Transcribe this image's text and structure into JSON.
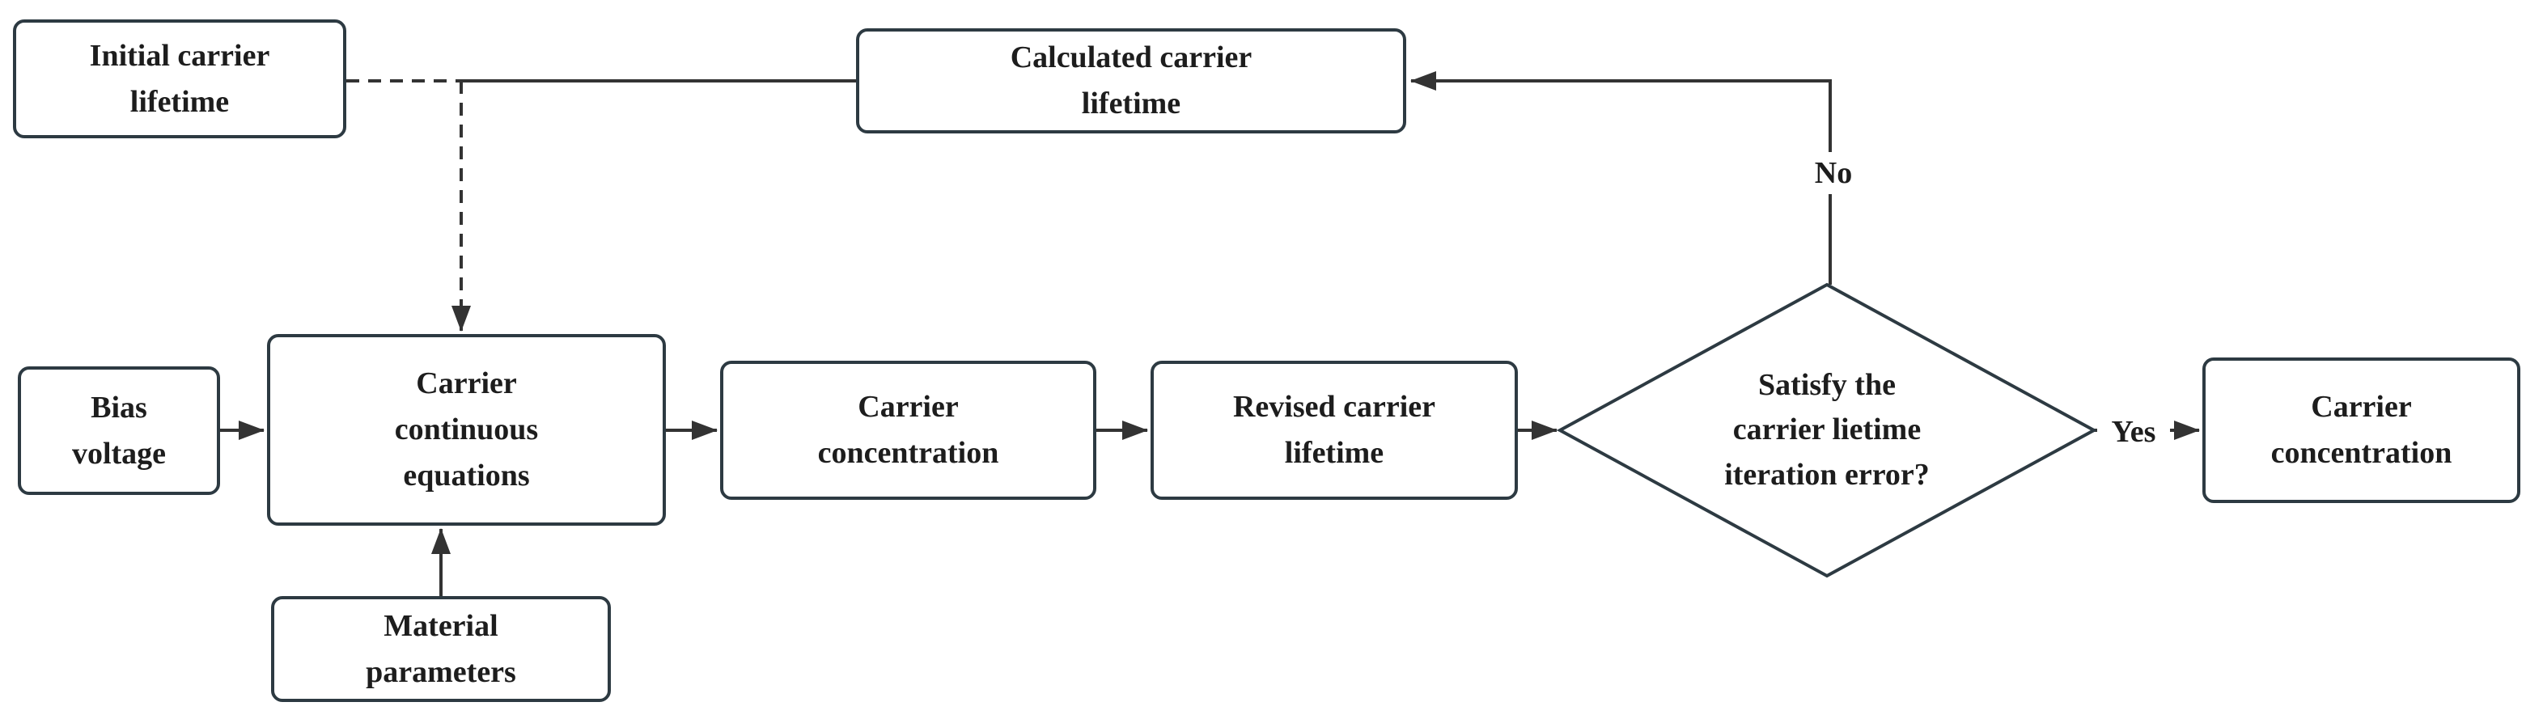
{
  "diagram": {
    "type": "flowchart",
    "background": "#ffffff",
    "colors": {
      "box_border": "#2d3a42",
      "box_fill": "#ffffff",
      "connector": "#333333",
      "text": "#1d1d1d"
    },
    "nodes": {
      "initial_carrier_lifetime": {
        "label": "Initial carrier\nlifetime",
        "shape": "rounded-rect"
      },
      "calculated_carrier_lifetime": {
        "label": "Calculated carrier\nlifetime",
        "shape": "rounded-rect"
      },
      "bias_voltage": {
        "label": "Bias\nvoltage",
        "shape": "rounded-rect"
      },
      "carrier_continuous_equations": {
        "label": "Carrier\ncontinuous\nequations",
        "shape": "rounded-rect"
      },
      "carrier_concentration_mid": {
        "label": "Carrier\nconcentration",
        "shape": "rounded-rect"
      },
      "revised_carrier_lifetime": {
        "label": "Revised carrier\nlifetime",
        "shape": "rounded-rect"
      },
      "satisfy_decision": {
        "label": "Satisfy the\ncarrier lietime\niteration error?",
        "shape": "diamond"
      },
      "carrier_concentration_out": {
        "label": "Carrier\nconcentration",
        "shape": "rounded-rect"
      },
      "material_parameters": {
        "label": "Material\nparameters",
        "shape": "rounded-rect"
      }
    },
    "edge_labels": {
      "no": "No",
      "yes": "Yes"
    }
  }
}
